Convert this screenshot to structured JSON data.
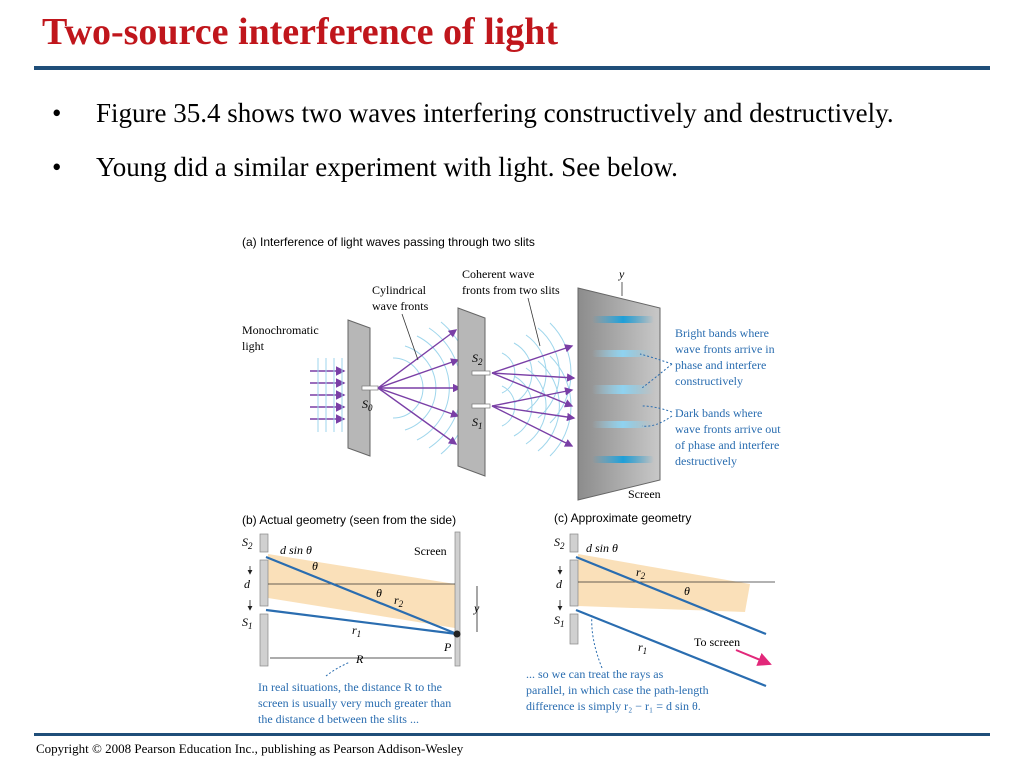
{
  "slide": {
    "title": "Two-source interference of light",
    "bullets": [
      "Figure 35.4 shows two waves interfering constructively and destructively.",
      "Young did a similar experiment with light. See below."
    ],
    "bullet_glyph": "•",
    "copyright": "Copyright © 2008 Pearson Education Inc., publishing as Pearson Addison-Wesley"
  },
  "figure": {
    "a": {
      "caption_letter": "(a)",
      "caption": "Interference of light waves passing through two slits",
      "monochromatic": [
        "Monochromatic",
        "light"
      ],
      "cylindrical": [
        "Cylindrical",
        "wave fronts"
      ],
      "coherent": [
        "Coherent wave",
        "fronts from two slits"
      ],
      "y_axis": "y",
      "s0": "S",
      "s0_sub": "0",
      "s1": "S",
      "s1_sub": "1",
      "s2": "S",
      "s2_sub": "2",
      "bright": [
        "Bright bands where",
        "wave fronts arrive in",
        "phase and interfere",
        "constructively"
      ],
      "dark": [
        "Dark bands where",
        "wave fronts arrive out",
        "of phase and interfere",
        "destructively"
      ],
      "screen": "Screen"
    },
    "b": {
      "caption_letter": "(b)",
      "caption": "Actual geometry (seen from the side)",
      "screen": "Screen",
      "d_sin": "d sin θ",
      "theta": "θ",
      "d": "d",
      "r1": "r",
      "r1_sub": "1",
      "r2": "r",
      "r2_sub": "2",
      "y": "y",
      "R": "R",
      "P": "P",
      "note": [
        "In real situations, the distance R to the",
        "screen is usually very much greater than",
        "the distance d between the slits ..."
      ]
    },
    "c": {
      "caption_letter": "(c)",
      "caption": "Approximate geometry",
      "d_sin": "d sin θ",
      "theta": "θ",
      "d": "d",
      "r1": "r",
      "r1_sub": "1",
      "r2": "r",
      "r2_sub": "2",
      "to_screen": "To screen",
      "note": [
        "... so we can treat the rays as",
        "parallel, in which case the path-length",
        "difference is simply r₂ − r₁ = d sin θ."
      ]
    },
    "colors": {
      "title": "#c0161c",
      "rule": "#1f4e79",
      "ray": "#7a3fa6",
      "wave": "#9fd6ec",
      "blue_text": "#2a6db0",
      "band": "#1e9fd8",
      "shade": "#f9d8a8"
    }
  }
}
